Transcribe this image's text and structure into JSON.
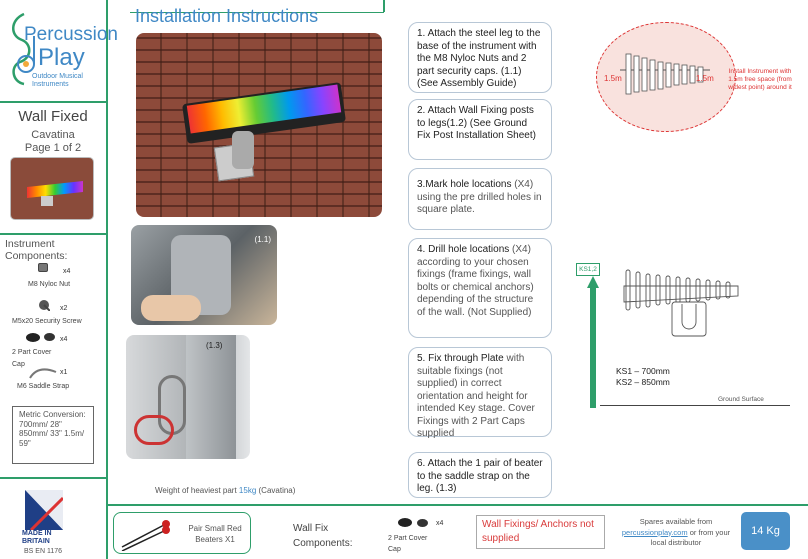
{
  "brand": {
    "name_line1": "Percussion",
    "name_line2": "Play",
    "tagline": "Outdoor Musical Instruments"
  },
  "sidebar": {
    "product_type": "Wall Fixed",
    "product_name": "Cavatina",
    "page": "Page 1 of 2",
    "components_title": "Instrument Components:",
    "components": [
      {
        "qty": "x4",
        "label": "M8  Nyloc  Nut"
      },
      {
        "qty": "x2",
        "label": "M5x20 Security Screw"
      },
      {
        "qty": "x4",
        "label": "2 Part Cover Cap"
      },
      {
        "qty": "x1",
        "label": "M6 Saddle Strap"
      }
    ],
    "metric": "Metric Conversion: 700mm/ 28\" 850mm/ 33\" 1.5m/ 59\"",
    "made_in_britain": "MADE IN BRITAIN",
    "standard": "BS EN 1176"
  },
  "main": {
    "title": "Installation Instructions",
    "photo_labels": [
      "(1.1)",
      "(1.3)"
    ],
    "weight_note": "Weight of heaviest part",
    "weight_value": "15kg",
    "weight_suffix": "(Cavatina)"
  },
  "steps": [
    {
      "bold": "1. Attach the steel leg to the base of the instrument with the M8 Nyloc Nuts and 2 part security caps. (1.1) (See Assembly Guide)",
      "rest": ""
    },
    {
      "bold": "2. Attach Wall Fixing posts to legs(1.2) (See Ground Fix Post Installation Sheet)",
      "rest": ""
    },
    {
      "bold": "3.Mark hole locations",
      "rest": " (X4) using the pre drilled holes in square plate."
    },
    {
      "bold": "4. Drill hole locations",
      "rest": " (X4) according  to your chosen fixings (frame fixings, wall bolts or chemical anchors) depending of the structure of the wall. (Not Supplied)"
    },
    {
      "bold": "5. Fix through Plate",
      "rest": " with suitable fixings (not supplied) in correct orientation and height for intended Key stage. Cover Fixings with 2 Part Caps supplied"
    },
    {
      "bold": "6. Attach the 1 pair of beater to the saddle strap on the leg. (1.3)",
      "rest": ""
    }
  ],
  "diagram_top": {
    "left_dim": "1.5m",
    "right_dim": "1.5m",
    "note": "Install Instrument with 1.5m free space (from widest point) around it"
  },
  "diagram_side": {
    "tag": "KS1,2",
    "ks1": "KS1 – 700mm",
    "ks2": "KS2 – 850mm",
    "ground": "Ground Surface"
  },
  "footer": {
    "beaters_label": "Pair Small Red Beaters X1",
    "wall_fix_label": "Wall Fix Components:",
    "cover_cap_label": "2 Part Cover Cap",
    "cover_cap_qty": "x4",
    "anchors_note": "Wall Fixings/ Anchors not supplied",
    "spares_text1": "Spares available from",
    "spares_link": "percussionplay.com",
    "spares_text2": " or from your local distributor",
    "weight_badge": "14 Kg"
  },
  "colors": {
    "accent_green": "#2e9e6a",
    "accent_blue": "#3f88c5",
    "badge_blue": "#4a90c8",
    "warn_red": "#d93b3b"
  }
}
